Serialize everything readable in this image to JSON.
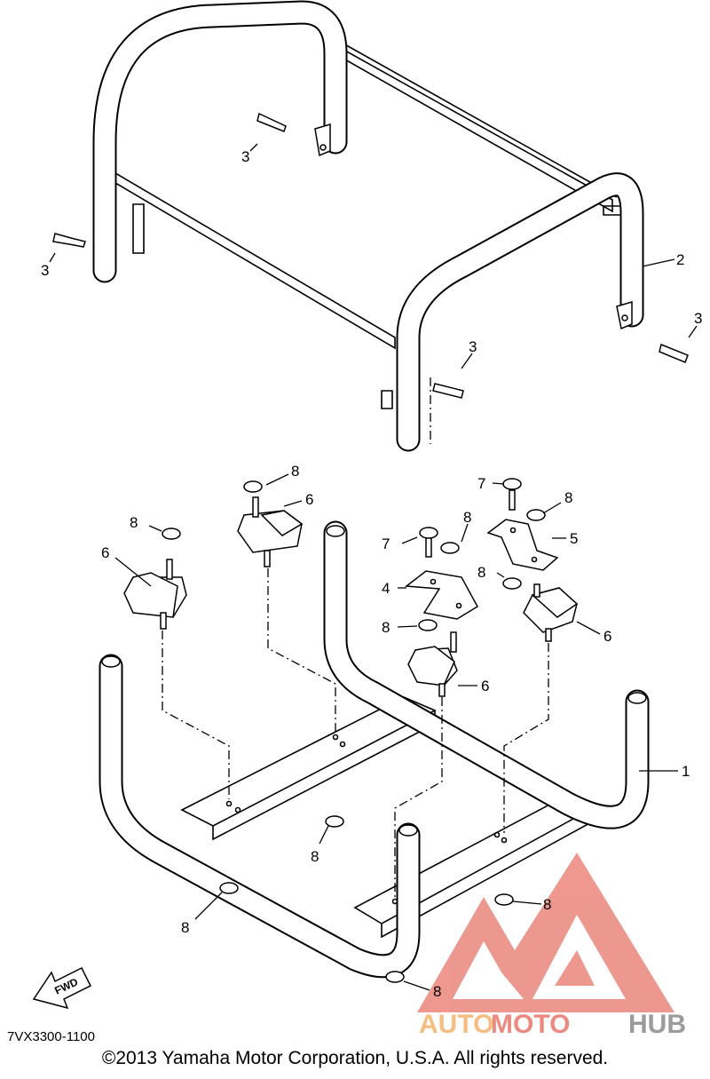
{
  "callouts": {
    "c1": "1",
    "c2": "2",
    "c3": "3",
    "c4": "4",
    "c5": "5",
    "c6": "6",
    "c7": "7",
    "c8": "8"
  },
  "fwd_label": "FWD",
  "diagram_code": "7VX3300-1100",
  "copyright": "©2013 Yamaha Motor Corporation, U.S.A. All rights reserved.",
  "watermark": {
    "auto": "AUTO",
    "moto": "MOTO",
    "hub": "HUB"
  },
  "colors": {
    "watermark_red": "#e8766a",
    "watermark_orange": "#f2b36a",
    "watermark_gray": "#8a8a8a",
    "line": "#000000"
  }
}
